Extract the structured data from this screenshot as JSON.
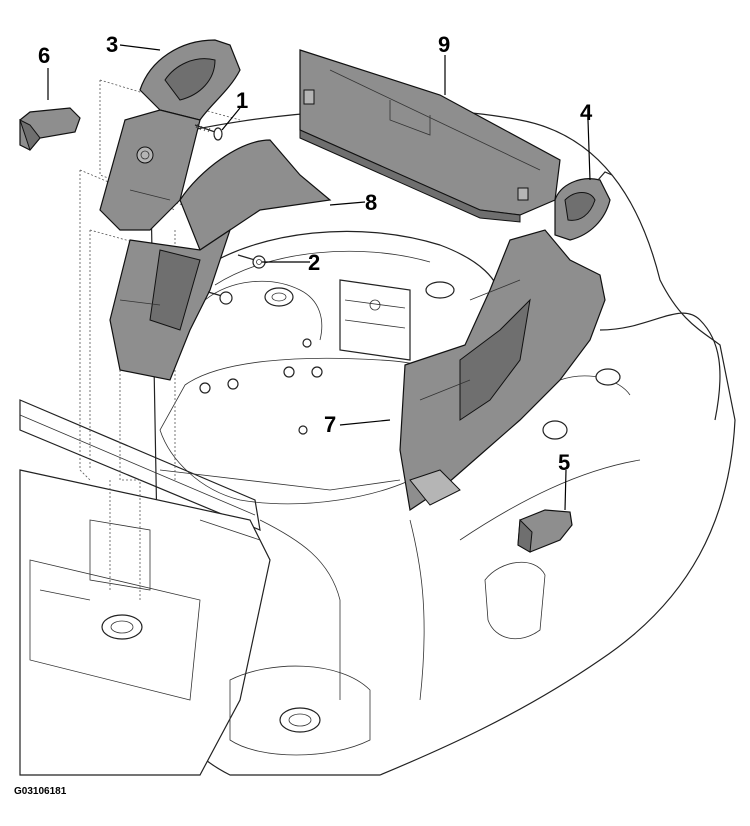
{
  "figure": {
    "code": "G03106181"
  },
  "callouts": [
    {
      "id": "1",
      "label": "1"
    },
    {
      "id": "2",
      "label": "2"
    },
    {
      "id": "3",
      "label": "3"
    },
    {
      "id": "4",
      "label": "4"
    },
    {
      "id": "5",
      "label": "5"
    },
    {
      "id": "6",
      "label": "6"
    },
    {
      "id": "7",
      "label": "7"
    },
    {
      "id": "8",
      "label": "8"
    },
    {
      "id": "9",
      "label": "9"
    }
  ]
}
